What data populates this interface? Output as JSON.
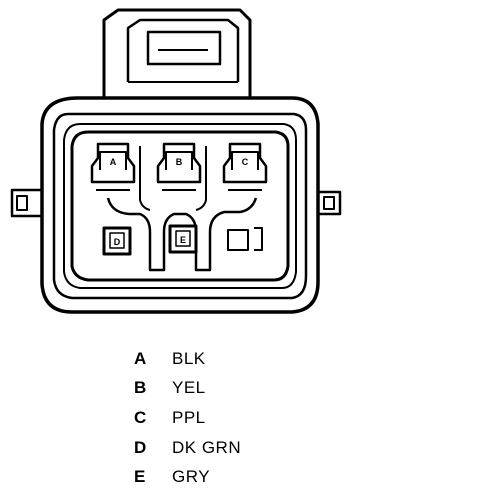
{
  "connector": {
    "pins": [
      {
        "letter": "A",
        "label": "A",
        "color": "BLK",
        "label_shown": true
      },
      {
        "letter": "B",
        "label": "B",
        "color": "YEL",
        "label_shown": true
      },
      {
        "letter": "C",
        "label": "C",
        "color": "PPL",
        "label_shown": true
      },
      {
        "letter": "D",
        "label": "D",
        "color": "DK GRN",
        "label_shown": true
      },
      {
        "letter": "E",
        "label": "E",
        "color": "GRY",
        "label_shown": true
      }
    ]
  },
  "legend": [
    {
      "letter": "A",
      "color": "BLK"
    },
    {
      "letter": "B",
      "color": "YEL"
    },
    {
      "letter": "C",
      "color": "PPL"
    },
    {
      "letter": "D",
      "color": "DK GRN"
    },
    {
      "letter": "E",
      "color": "GRY"
    }
  ]
}
